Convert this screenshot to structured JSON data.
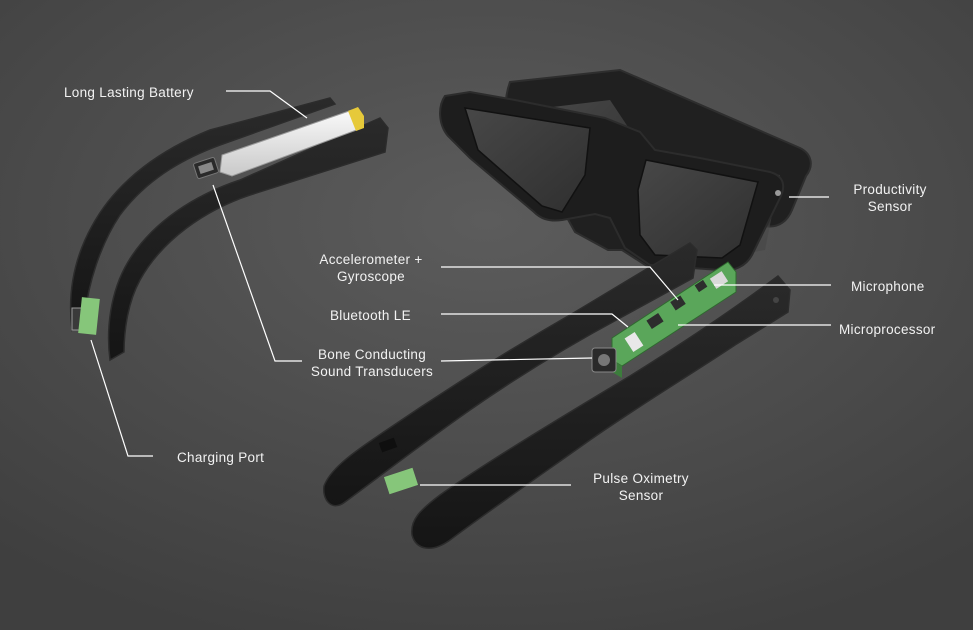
{
  "diagram": {
    "labels": {
      "battery": "Long Lasting Battery",
      "charging_port": "Charging Port",
      "productivity_sensor": [
        "Productivity",
        "Sensor"
      ],
      "accelerometer": [
        "Accelerometer +",
        "Gyroscope"
      ],
      "bluetooth": "Bluetooth LE",
      "bone_conducting": [
        "Bone Conducting",
        "Sound Transducers"
      ],
      "microphone": "Microphone",
      "microprocessor": "Microprocessor",
      "pulse_oximetry": [
        "Pulse Oximetry",
        "Sensor"
      ]
    }
  },
  "colors": {
    "frame": "#1d1d1d",
    "frame_edge": "#2c2c2c",
    "pcb_green": "#5aa65a",
    "sensor_green": "#86c67a",
    "battery": "#e8e8e8",
    "battery_tip": "#e6c93a",
    "leader_line": "#ffffff",
    "label_text": "#f2f2f2"
  }
}
